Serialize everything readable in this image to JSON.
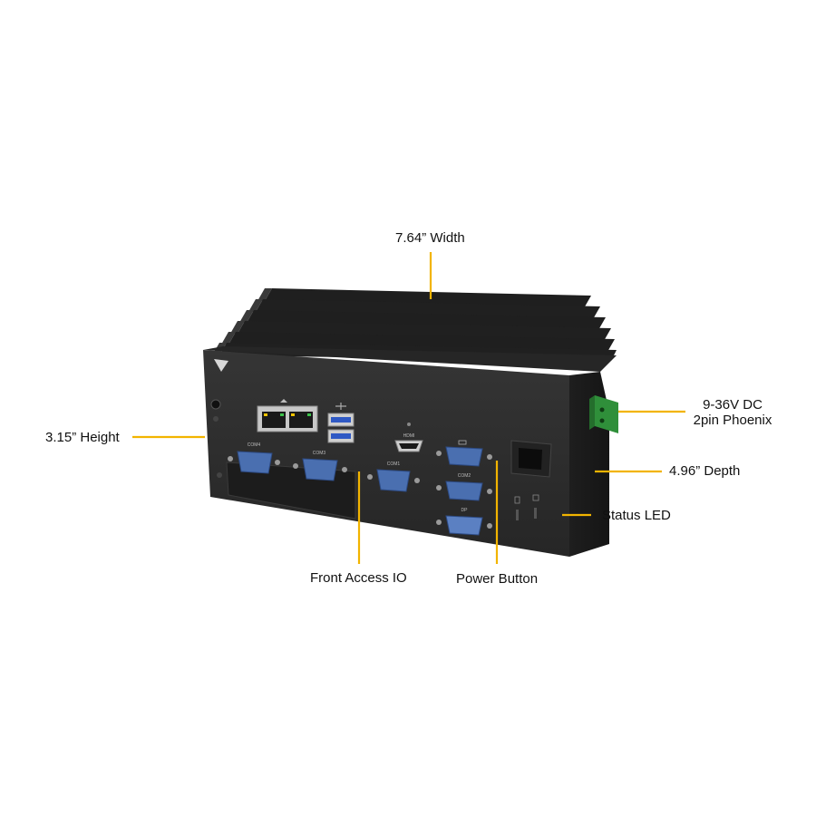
{
  "colors": {
    "leader": "#f2b400",
    "body_front": "#2c2c2c",
    "body_side": "#1b1b1b",
    "fins": "#232323",
    "vga_blue": "#4a6fb0",
    "terminal_green": "#2f8f3a"
  },
  "callouts": {
    "width": "7.64” Width",
    "height": "3.15” Height",
    "power_input_line1": "9-36V DC",
    "power_input_line2": "2pin Phoenix",
    "depth": "4.96” Depth",
    "status_led": "Status LED",
    "front_io": "Front Access IO",
    "power_button": "Power Button"
  },
  "port_silkscreen": {
    "com4": "COM4",
    "com3": "COM3",
    "com2": "COM2",
    "com1": "COM1",
    "hdmi": "HDMI",
    "dp": "DP"
  }
}
